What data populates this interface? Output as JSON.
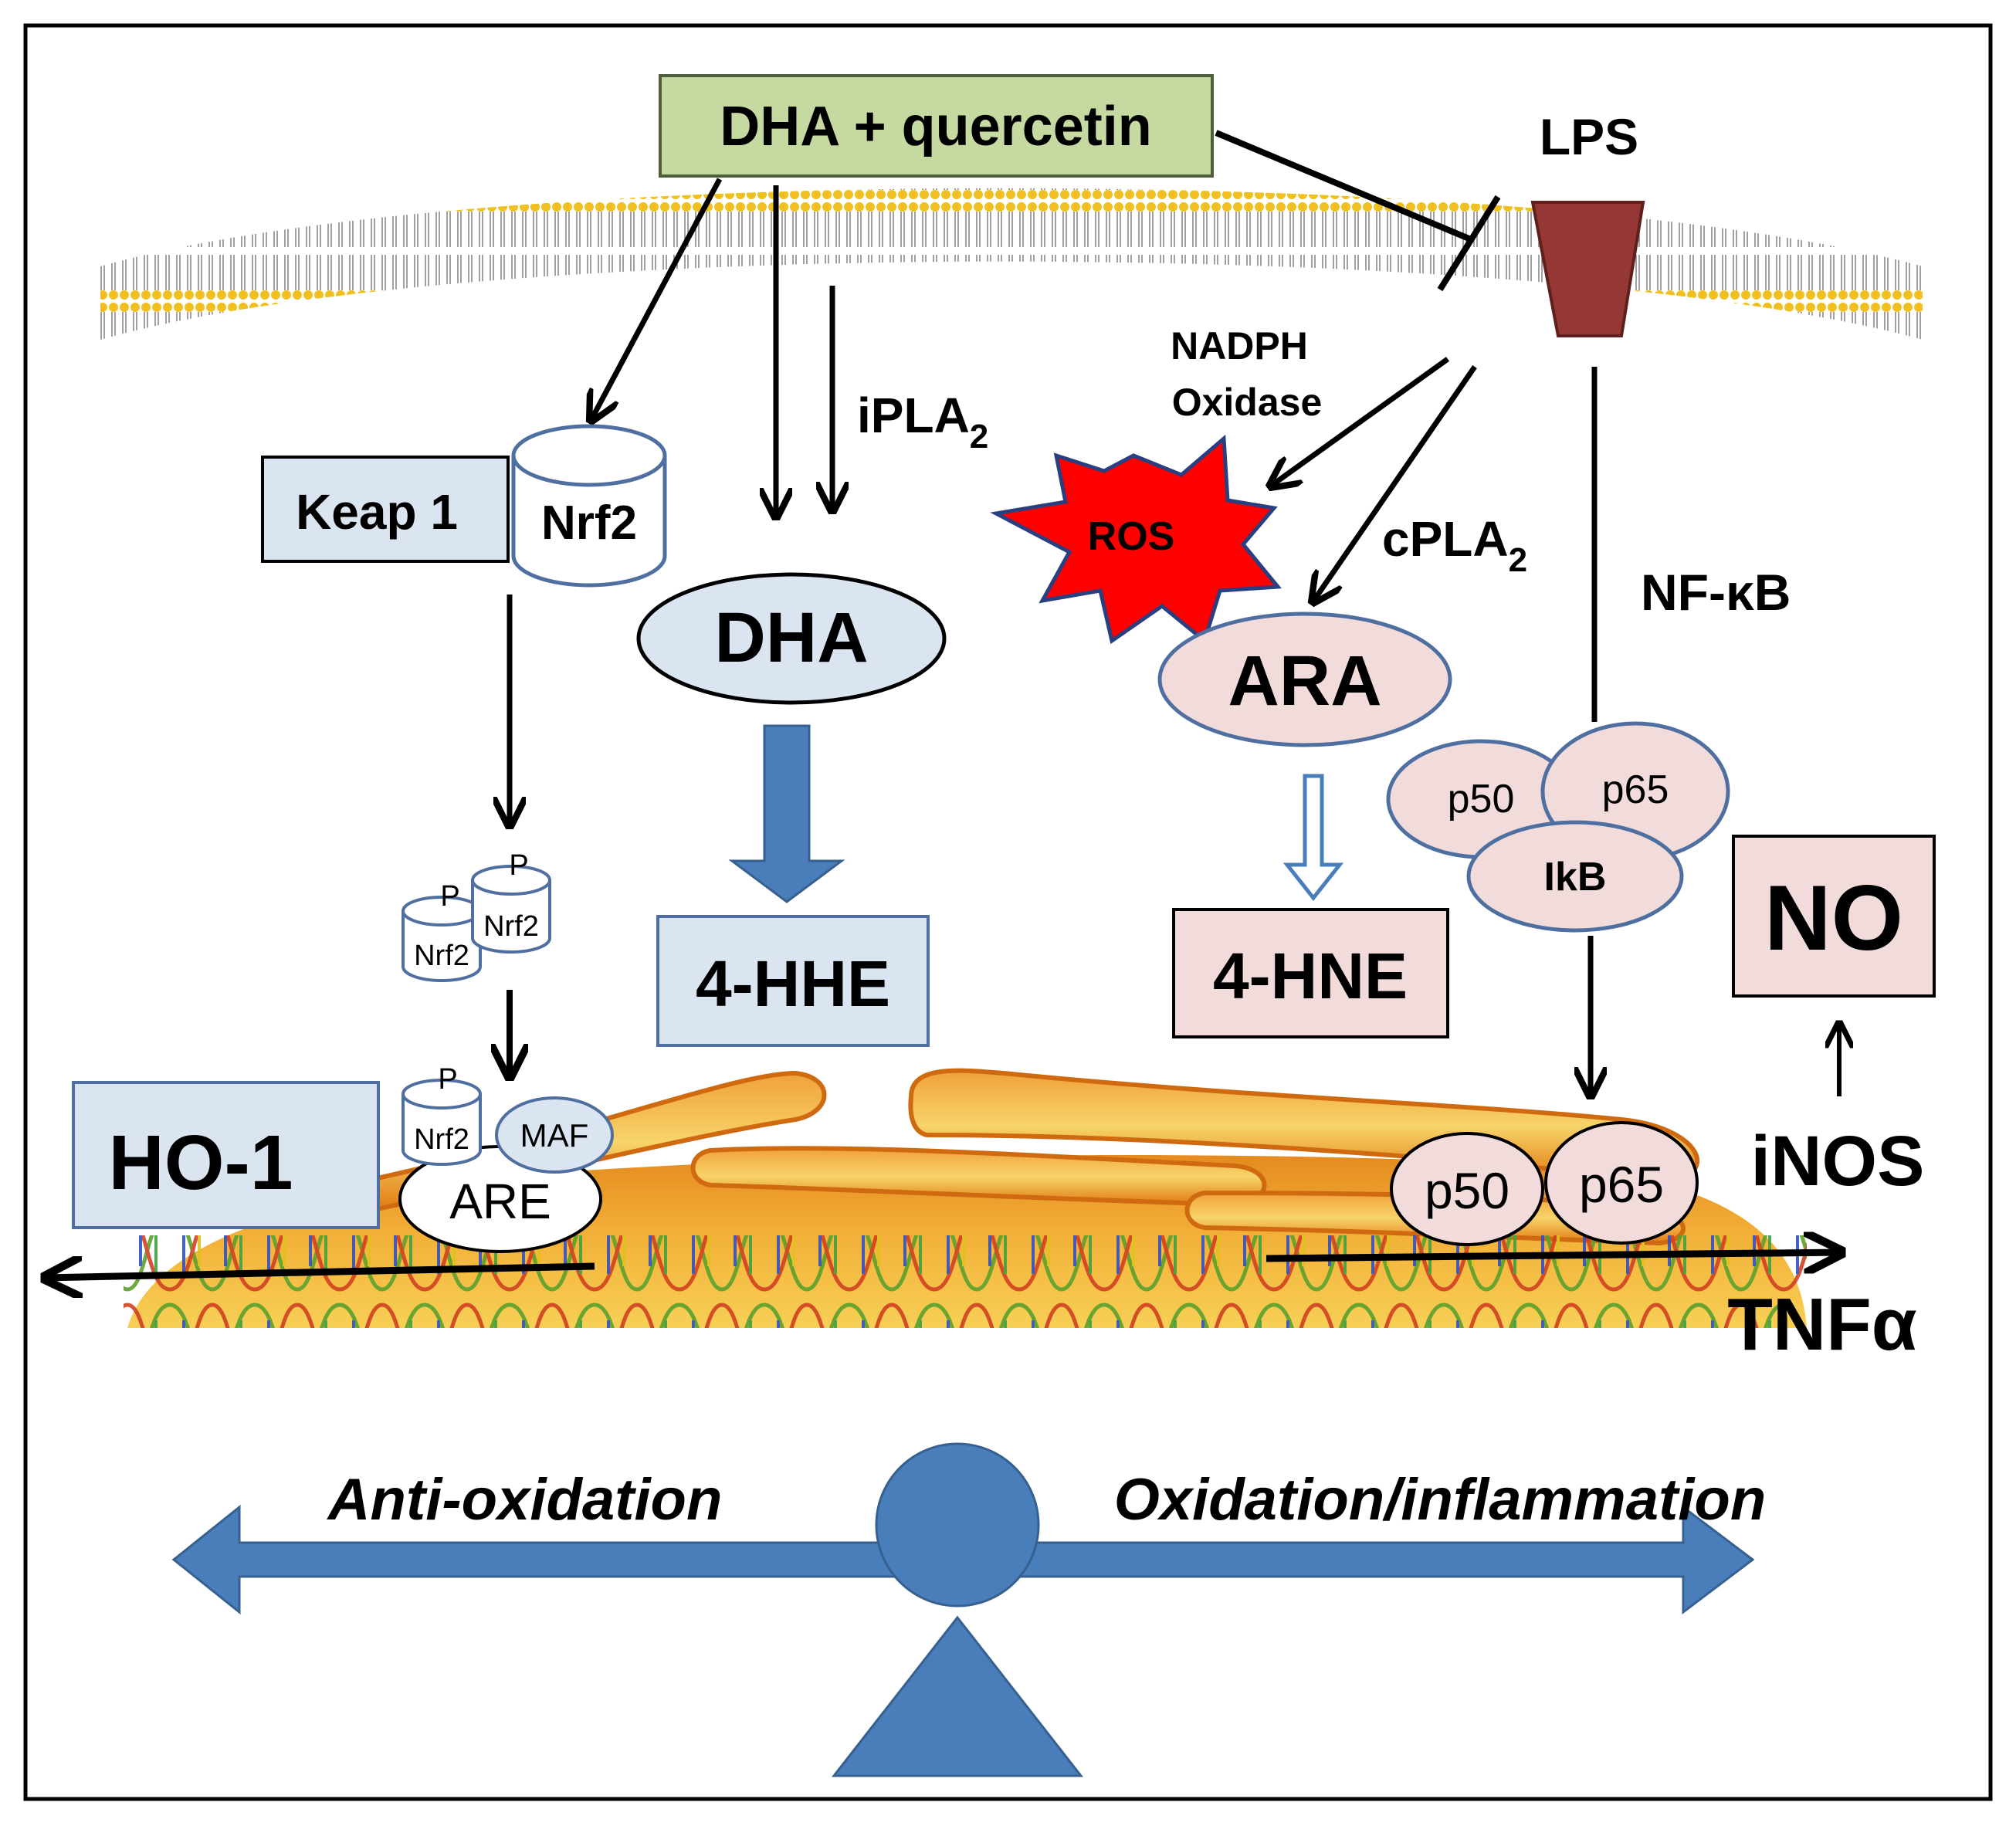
{
  "labels": {
    "dha_quercetin": "DHA + quercetin",
    "lps": "LPS",
    "nadph_oxidase_line1": "NADPH",
    "nadph_oxidase_line2": "Oxidase",
    "ipla2_main": "iPLA",
    "ipla2_sub": "2",
    "cpla2_main": "cPLA",
    "cpla2_sub": "2",
    "keap1": "Keap 1",
    "nrf2": "Nrf2",
    "dha": "DHA",
    "ros": "ROS",
    "ara": "ARA",
    "nfkb": "NF-κB",
    "p50": "p50",
    "p65": "p65",
    "ikb": "IkB",
    "p_mark": "P",
    "hhe": "4-HHE",
    "hne": "4-HNE",
    "no": "NO",
    "inos": "iNOS",
    "ho1": "HO-1",
    "maf": "MAF",
    "are": "ARE",
    "tnfa": "TNFα",
    "anti_oxidation": "Anti-oxidation",
    "oxidation_inflammation": "Oxidation/inflammation"
  },
  "colors": {
    "green_box": "#c5d9a1",
    "blue_box": "#dbe5f1",
    "pink_box": "#f2dcdb",
    "outline_blue": "#4f6fa0",
    "arrow_blue": "#4a7ebb",
    "lps_receptor": "#953735",
    "ros_red": "#ff0000",
    "membrane_head": "#f0c020",
    "nucleus_orange": "#e58a1f",
    "nucleus_yellow": "#f5c542"
  }
}
